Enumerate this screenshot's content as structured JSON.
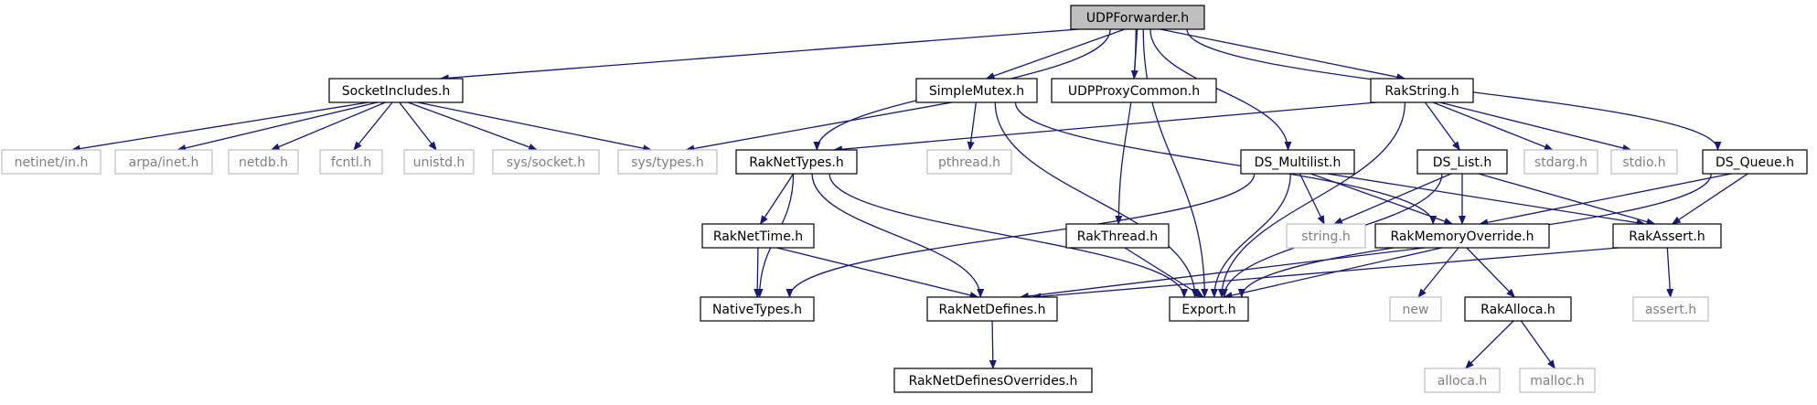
{
  "colors": {
    "edge": "#191970",
    "node_border": "#000000",
    "external_border": "#bfbfbf",
    "root_fill": "#bfbfbf",
    "node_fill": "#ffffff",
    "external_text": "#808080"
  },
  "nodes": [
    {
      "id": "udpforwarder",
      "label": "UDPForwarder.h",
      "kind": "root"
    },
    {
      "id": "socketincludes",
      "label": "SocketIncludes.h",
      "kind": "file"
    },
    {
      "id": "simplemutex",
      "label": "SimpleMutex.h",
      "kind": "file"
    },
    {
      "id": "udpproxycommon",
      "label": "UDPProxyCommon.h",
      "kind": "file"
    },
    {
      "id": "rakstring",
      "label": "RakString.h",
      "kind": "file"
    },
    {
      "id": "netinet_in",
      "label": "netinet/in.h",
      "kind": "external"
    },
    {
      "id": "arpa_inet",
      "label": "arpa/inet.h",
      "kind": "external"
    },
    {
      "id": "netdb",
      "label": "netdb.h",
      "kind": "external"
    },
    {
      "id": "fcntl",
      "label": "fcntl.h",
      "kind": "external"
    },
    {
      "id": "unistd",
      "label": "unistd.h",
      "kind": "external"
    },
    {
      "id": "sys_socket",
      "label": "sys/socket.h",
      "kind": "external"
    },
    {
      "id": "sys_types",
      "label": "sys/types.h",
      "kind": "external"
    },
    {
      "id": "raknettypes",
      "label": "RakNetTypes.h",
      "kind": "file"
    },
    {
      "id": "pthread",
      "label": "pthread.h",
      "kind": "external"
    },
    {
      "id": "ds_multilist",
      "label": "DS_Multilist.h",
      "kind": "file"
    },
    {
      "id": "ds_list",
      "label": "DS_List.h",
      "kind": "file"
    },
    {
      "id": "stdarg",
      "label": "stdarg.h",
      "kind": "external"
    },
    {
      "id": "stdio",
      "label": "stdio.h",
      "kind": "external"
    },
    {
      "id": "ds_queue",
      "label": "DS_Queue.h",
      "kind": "file"
    },
    {
      "id": "raknettime",
      "label": "RakNetTime.h",
      "kind": "file"
    },
    {
      "id": "rakthread",
      "label": "RakThread.h",
      "kind": "file"
    },
    {
      "id": "string_h",
      "label": "string.h",
      "kind": "external"
    },
    {
      "id": "rakmemoryoverride",
      "label": "RakMemoryOverride.h",
      "kind": "file"
    },
    {
      "id": "rakassert",
      "label": "RakAssert.h",
      "kind": "file"
    },
    {
      "id": "nativetypes",
      "label": "NativeTypes.h",
      "kind": "file"
    },
    {
      "id": "raknetdefines",
      "label": "RakNetDefines.h",
      "kind": "file"
    },
    {
      "id": "export",
      "label": "Export.h",
      "kind": "file"
    },
    {
      "id": "new_h",
      "label": "new",
      "kind": "external"
    },
    {
      "id": "rakalloca",
      "label": "RakAlloca.h",
      "kind": "file"
    },
    {
      "id": "assert_h",
      "label": "assert.h",
      "kind": "external"
    },
    {
      "id": "raknetdefinesoverrides",
      "label": "RakNetDefinesOverrides.h",
      "kind": "file"
    },
    {
      "id": "alloca_h",
      "label": "alloca.h",
      "kind": "external"
    },
    {
      "id": "malloc_h",
      "label": "malloc.h",
      "kind": "external"
    }
  ],
  "edges": [
    [
      "udpforwarder",
      "socketincludes"
    ],
    [
      "udpforwarder",
      "simplemutex"
    ],
    [
      "udpforwarder",
      "udpproxycommon"
    ],
    [
      "udpforwarder",
      "rakstring"
    ],
    [
      "udpforwarder",
      "ds_queue"
    ],
    [
      "udpforwarder",
      "raknettypes"
    ],
    [
      "udpforwarder",
      "ds_multilist"
    ],
    [
      "udpforwarder",
      "rakthread"
    ],
    [
      "udpforwarder",
      "export"
    ],
    [
      "socketincludes",
      "netinet_in"
    ],
    [
      "socketincludes",
      "arpa_inet"
    ],
    [
      "socketincludes",
      "netdb"
    ],
    [
      "socketincludes",
      "fcntl"
    ],
    [
      "socketincludes",
      "unistd"
    ],
    [
      "socketincludes",
      "sys_socket"
    ],
    [
      "socketincludes",
      "sys_types"
    ],
    [
      "simplemutex",
      "sys_types"
    ],
    [
      "simplemutex",
      "pthread"
    ],
    [
      "simplemutex",
      "rakmemoryoverride"
    ],
    [
      "simplemutex",
      "export"
    ],
    [
      "rakstring",
      "raknettypes"
    ],
    [
      "rakstring",
      "export"
    ],
    [
      "rakstring",
      "ds_list"
    ],
    [
      "rakstring",
      "stdarg"
    ],
    [
      "rakstring",
      "stdio"
    ],
    [
      "raknettypes",
      "raknettime"
    ],
    [
      "raknettypes",
      "nativetypes"
    ],
    [
      "raknettypes",
      "raknetdefines"
    ],
    [
      "raknettypes",
      "export"
    ],
    [
      "raknettime",
      "nativetypes"
    ],
    [
      "raknettime",
      "raknetdefines"
    ],
    [
      "raknetdefines",
      "raknetdefinesoverrides"
    ],
    [
      "ds_multilist",
      "nativetypes"
    ],
    [
      "ds_multilist",
      "string_h"
    ],
    [
      "ds_multilist",
      "rakmemoryoverride"
    ],
    [
      "ds_multilist",
      "rakassert"
    ],
    [
      "ds_multilist",
      "export"
    ],
    [
      "ds_list",
      "string_h"
    ],
    [
      "ds_list",
      "rakmemoryoverride"
    ],
    [
      "ds_list",
      "rakassert"
    ],
    [
      "ds_list",
      "export"
    ],
    [
      "ds_queue",
      "rakmemoryoverride"
    ],
    [
      "ds_queue",
      "rakassert"
    ],
    [
      "ds_queue",
      "export"
    ],
    [
      "rakthread",
      "export"
    ],
    [
      "rakmemoryoverride",
      "raknetdefines"
    ],
    [
      "rakmemoryoverride",
      "export"
    ],
    [
      "rakmemoryoverride",
      "new_h"
    ],
    [
      "rakmemoryoverride",
      "rakalloca"
    ],
    [
      "rakassert",
      "raknetdefines"
    ],
    [
      "rakassert",
      "assert_h"
    ],
    [
      "rakalloca",
      "alloca_h"
    ],
    [
      "rakalloca",
      "malloc_h"
    ]
  ]
}
